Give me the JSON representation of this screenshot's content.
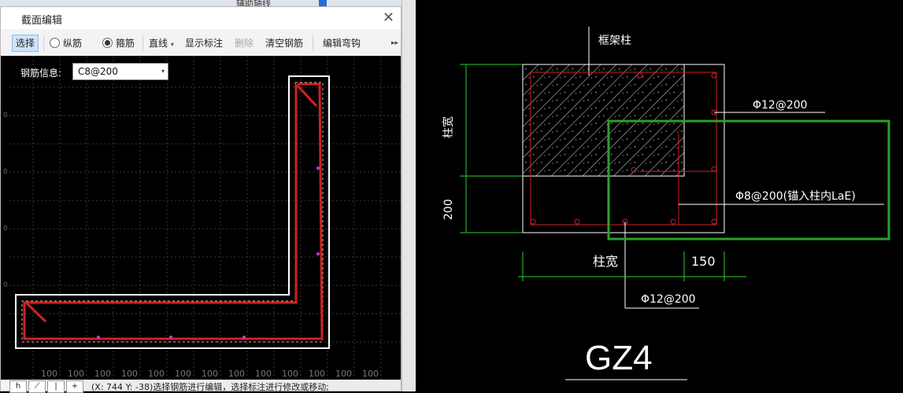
{
  "background_panel": {
    "label": "辅助轴线"
  },
  "dialog": {
    "title": "截面编辑",
    "toolbar": {
      "select": "选择",
      "longitudinal": "纵筋",
      "stirrup": "箍筋",
      "line": "直线",
      "show_labels": "显示标注",
      "delete": "删除",
      "clear": "清空钢筋",
      "edit_hook": "编辑弯钩"
    },
    "info_label": "钢筋信息:",
    "info_value": "C8@200",
    "grid_tick": "100",
    "ruler_tick": "0",
    "status": "(X: 744 Y: -38)选择钢筋进行编辑，选择标注进行修改或移动;",
    "status_icons": [
      "h",
      "⟋",
      "|",
      "+"
    ]
  },
  "drawing": {
    "label_column": "框架柱",
    "label_col_width_vertical": "柱宽",
    "dim_200": "200",
    "label_col_width": "柱宽",
    "dim_150": "150",
    "rebar_1": "Φ12@200",
    "rebar_2": "Φ8@200(锚入柱内LaE)",
    "rebar_3": "Φ12@200",
    "name": "GZ4"
  },
  "colors": {
    "rebar": "#d22020",
    "dim": "#2ecc2e",
    "highlight": "#2aa12a",
    "white": "#ffffff"
  }
}
